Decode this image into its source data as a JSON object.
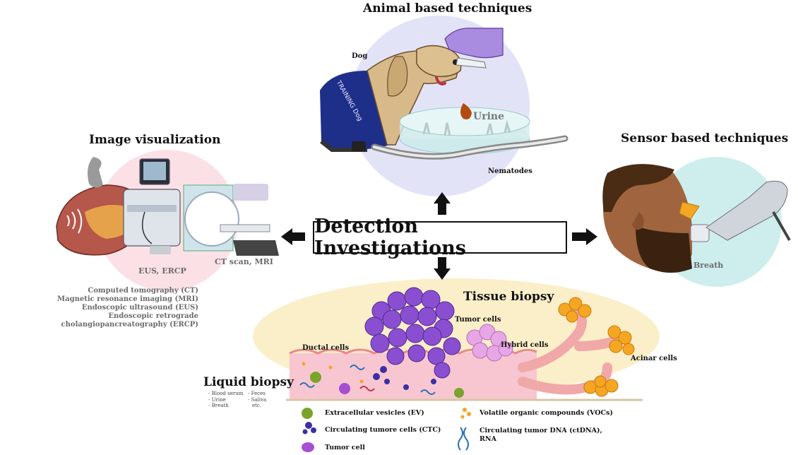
{
  "center": {
    "label": "Detection Investigations"
  },
  "animal": {
    "title": "Animal based techniques",
    "dog_label": "Dog",
    "urine_label": "Urine",
    "nematodes_label": "Nematodes",
    "vest_text": "TRAINING Dog"
  },
  "image_vis": {
    "title": "Image visualization",
    "eus_label": "EUS, ERCP",
    "ct_label": "CT scan, MRI",
    "methods": [
      "Computed tomography (CT)",
      "Magnetic resonance imaging (MRI)",
      "Endoscopic ultrasound (EUS)",
      "Endoscopic retrograde cholangiopancreatography (ERCP)"
    ]
  },
  "sensor": {
    "title": "Sensor based techniques",
    "breath_label": "Breath"
  },
  "tissue": {
    "title": "Tissue biopsy",
    "tumor_cells": "Tumor cells",
    "hybrid_cells": "Hybrid cells",
    "ductal_cells": "Ductal cells",
    "acinar_cells": "Acinar cells"
  },
  "liquid": {
    "title": "Liquid biopsy",
    "samples_left": [
      "- Blood serum",
      "- Urine",
      "- Breath"
    ],
    "samples_right": [
      "- Feces",
      "- Saliva",
      "etc."
    ]
  },
  "legend": {
    "ev": "Extracellular vesicles (EV)",
    "ctc": "Circulating tumore cells (CTC)",
    "tumor_cell": "Tumor cell",
    "vocs": "Volatile organic compounds (VOCs)",
    "ctdna_line1": "Circulating tumor DNA (ctDNA),",
    "ctdna_line2": "RNA"
  },
  "colors": {
    "animal_bg": "#e3e3f7",
    "image_bg": "#fbe1e6",
    "sensor_bg": "#cdeeed",
    "tissue_bg": "#fbefc9",
    "tumor_purple": "#8a4fd0",
    "duct_pink": "#f7c6d0",
    "acinar_orange": "#f5a623",
    "vest_blue": "#1e2f8a"
  }
}
